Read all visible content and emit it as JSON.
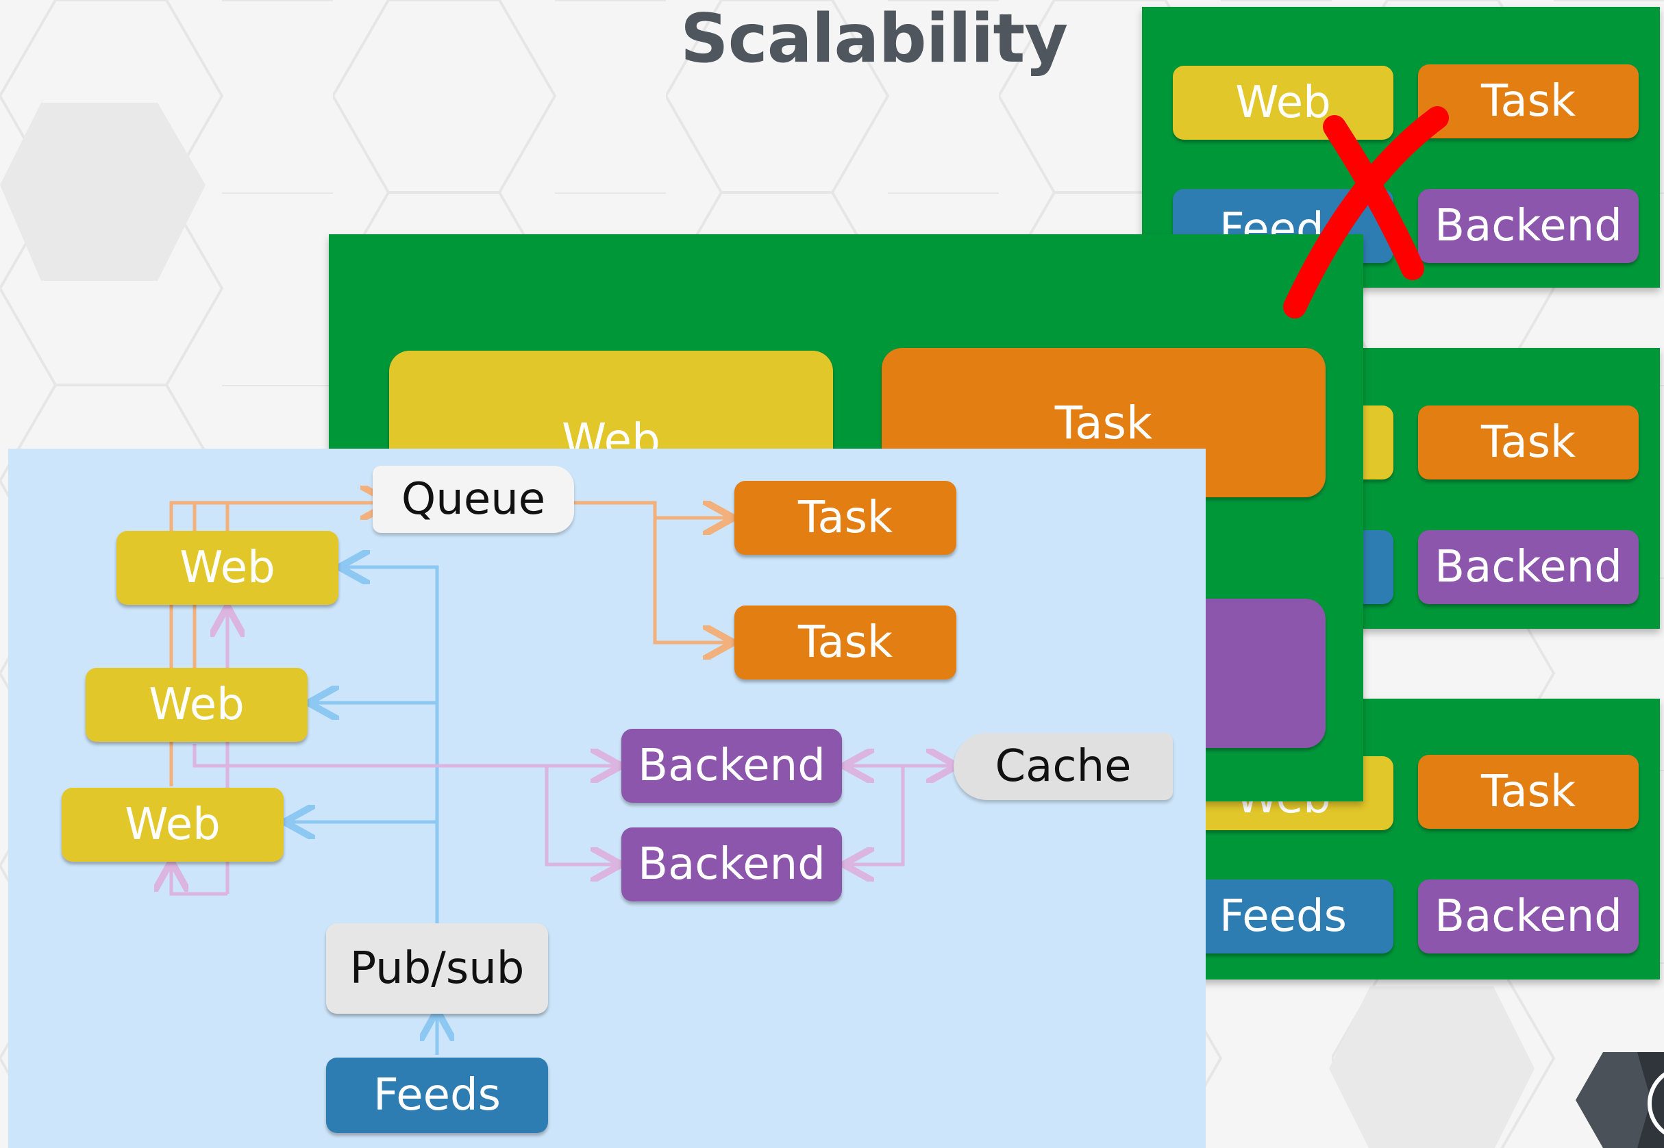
{
  "title": "Scalability",
  "colors": {
    "server_green": "#009739",
    "web": "#e2c72a",
    "task": "#e37e13",
    "feeds": "#2e7db2",
    "backend": "#8c56ac",
    "panel": "#cde5fa",
    "queue_arrow": "#f2b07c",
    "pubsub_arrow": "#8cc8f2",
    "backend_arrow": "#dcb4e0",
    "cross": "#ff0000"
  },
  "server_nodes": {
    "top": {
      "web": "Web",
      "task": "Task",
      "feeds": "Feeds",
      "backend": "Backend",
      "status": "failed"
    },
    "middle": {
      "task": "Task",
      "backend": "Backend"
    },
    "bottom": {
      "web": "Web",
      "task": "Task",
      "feeds": "Feeds",
      "backend": "Backend"
    },
    "big": {
      "web": "Web",
      "task": "Task"
    }
  },
  "diagram": {
    "queue": "Queue",
    "pubsub": "Pub/sub",
    "cache": "Cache",
    "webs": [
      "Web",
      "Web",
      "Web"
    ],
    "tasks": [
      "Task",
      "Task"
    ],
    "backends": [
      "Backend",
      "Backend"
    ],
    "feeds": "Feeds"
  }
}
